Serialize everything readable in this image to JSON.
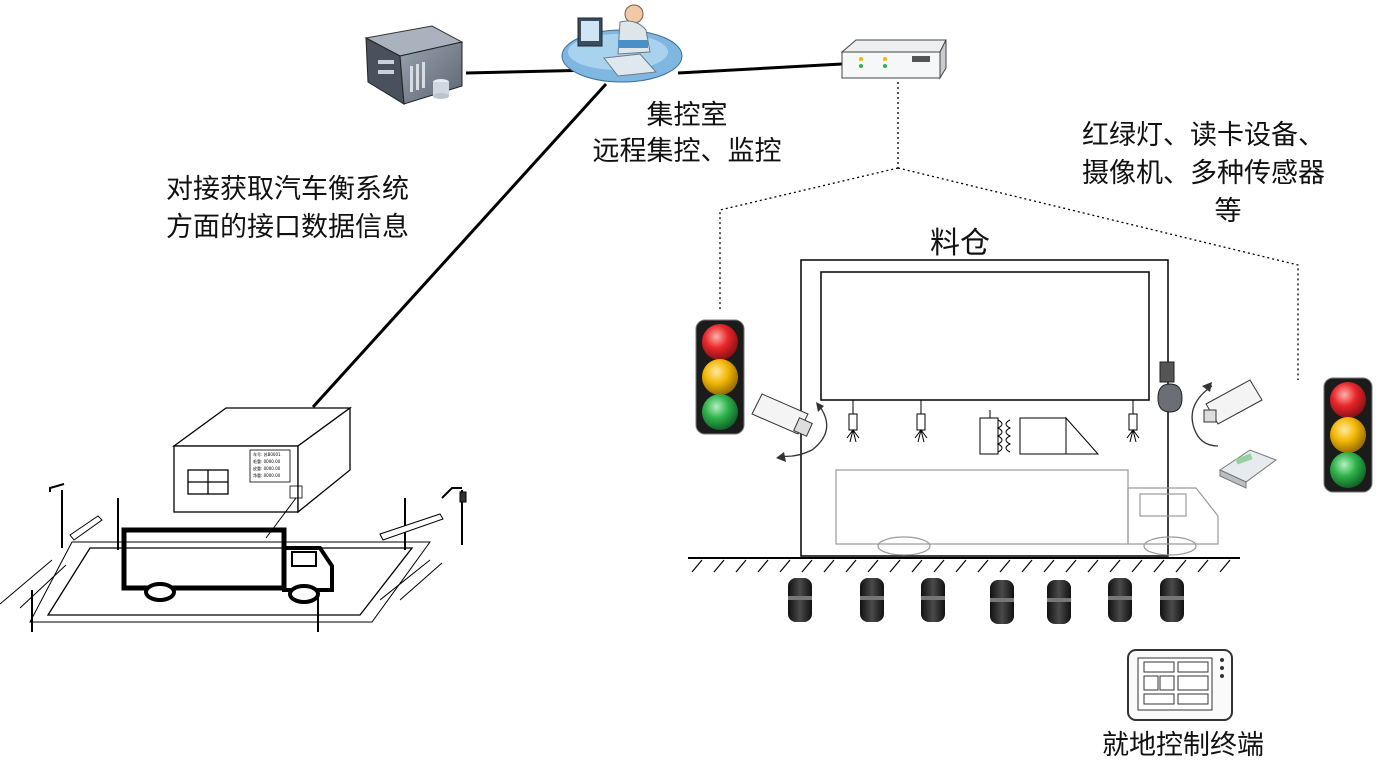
{
  "control_room": {
    "title": "集控室",
    "subtitle": "远程集控、监控"
  },
  "scale_interface_note": {
    "line1": "对接获取汽车衡系统",
    "line2": "方面的接口数据信息"
  },
  "devices_note": {
    "line1": "红绿灯、读卡设备、",
    "line2": "摄像机、多种传感器",
    "line3": "等"
  },
  "silo_label": "料仓",
  "local_terminal_label": "就地控制终端",
  "scale_display": {
    "line1": "车号: 苏B0001",
    "line2": "毛重: 0000.00",
    "line3": "皮重: 0000.00",
    "line4": "净重: 0000.00"
  },
  "colors": {
    "light_red": "#e8262a",
    "light_yellow": "#f2b705",
    "light_green": "#2fb24a",
    "server": "#5b6470",
    "operator_desk": "#7fb7e0",
    "line": "#000000"
  }
}
